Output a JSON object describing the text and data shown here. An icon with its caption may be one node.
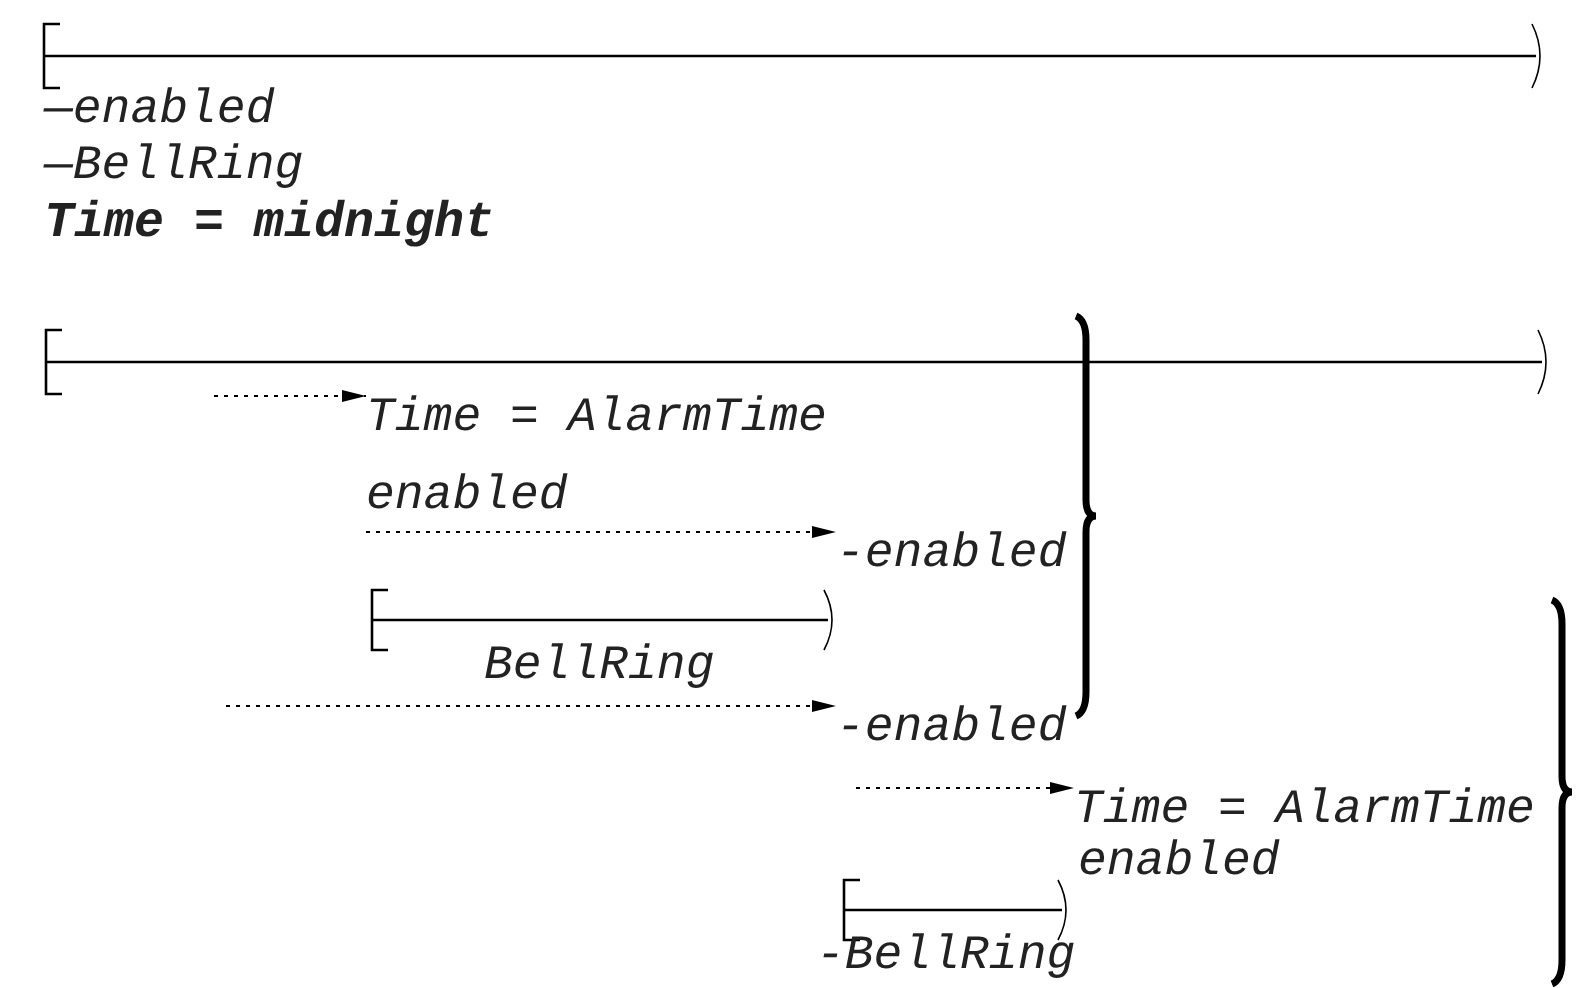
{
  "diagram": {
    "nodes": [
      {
        "text": [
          "Time = AlarmTime"
        ]
      },
      {
        "text": [
          "-enabled"
        ]
      },
      {
        "text": [
          "-enabled"
        ]
      },
      {
        "text": [
          "Time = AlarmTime"
        ]
      }
    ],
    "edges": [
      {
        "from": null,
        "to": 0,
        "arrow": "to",
        "style": "dashed"
      },
      {
        "from": null,
        "to": 1,
        "arrow": "to",
        "style": "dashed"
      },
      {
        "from": null,
        "to": 2,
        "arrow": "to",
        "style": "dashed"
      },
      {
        "from": null,
        "to": 3,
        "arrow": "to",
        "style": "dashed"
      }
    ],
    "labels": [
      "—enabled",
      "—BellRing",
      "Time = midnight",
      "enabled",
      "BellRing",
      "enabled",
      "-BellRing"
    ]
  }
}
